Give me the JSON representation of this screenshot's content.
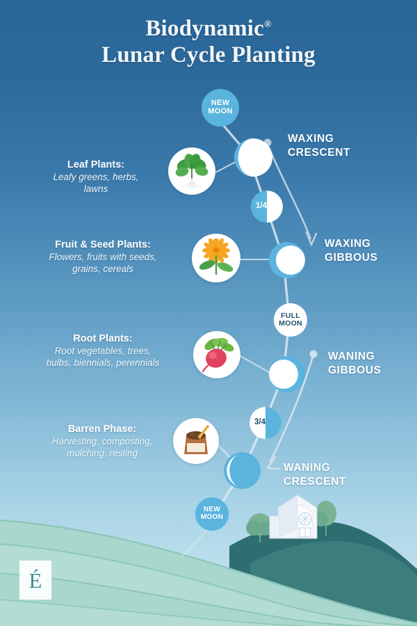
{
  "title": {
    "line1": "Biodynamic",
    "registered": "®",
    "line2": "Lunar Cycle Planting"
  },
  "colors": {
    "bg_top": "#2a6699",
    "bg_bottom": "#c6e4f0",
    "moon_blue": "#5ab4dd",
    "moon_white": "#ffffff",
    "label_text_dark": "#21526f",
    "hill_light": "#a8d6cb",
    "hill_mid": "#8dc6bb",
    "hill_dark": "#2e6d70",
    "logo_teal": "#3e8f91",
    "connector": "#cfe3ef"
  },
  "moon_labels": [
    {
      "id": "new-moon-top",
      "line1": "NEW",
      "line2": "MOON"
    },
    {
      "id": "quarter-first",
      "text": "1/4"
    },
    {
      "id": "full-moon",
      "line1": "FULL",
      "line2": "MOON"
    },
    {
      "id": "quarter-third",
      "text": "3/4"
    },
    {
      "id": "new-moon-bottom",
      "line1": "NEW",
      "line2": "MOON"
    }
  ],
  "phases": [
    {
      "id": "waxing-crescent",
      "line1": "WAXING",
      "line2": "CRESCENT"
    },
    {
      "id": "waxing-gibbous",
      "line1": "WAXING",
      "line2": "GIBBOUS"
    },
    {
      "id": "waning-gibbous",
      "line1": "WANING",
      "line2": "GIBBOUS"
    },
    {
      "id": "waning-crescent",
      "line1": "WANING",
      "line2": "CRESCENT"
    }
  ],
  "plant_groups": [
    {
      "id": "leaf-plants",
      "title": "Leaf Plants:",
      "description": "Leafy greens, herbs,\nlawns",
      "icon": "leafy-greens-icon"
    },
    {
      "id": "fruit-seed-plants",
      "title": "Fruit & Seed Plants:",
      "description": "Flowers, fruits with seeds,\ngrains, cereals",
      "icon": "flower-icon"
    },
    {
      "id": "root-plants",
      "title": "Root Plants:",
      "description": "Root vegetables, trees,\nbulbs, biennials, perennials",
      "icon": "radish-icon"
    },
    {
      "id": "barren-phase",
      "title": "Barren Phase:",
      "description": "Harvesting, composting,\nmulching, resting",
      "icon": "compost-bag-icon"
    }
  ],
  "logo": {
    "letter": "É"
  }
}
